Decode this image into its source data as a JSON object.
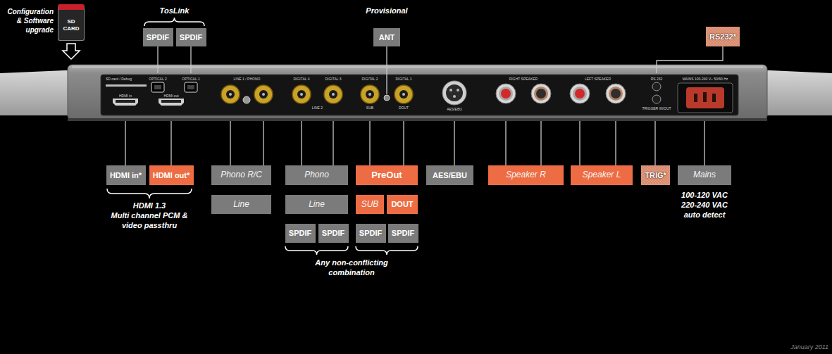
{
  "diagram": {
    "nodes": [
      {
        "text": [
          "SD CARD"
        ]
      },
      {
        "text": [
          "SPDIF"
        ]
      },
      {
        "text": [
          "SPDIF"
        ]
      },
      {
        "text": [
          "ANT"
        ]
      },
      {
        "text": [
          "RS232*"
        ]
      },
      {
        "text": [
          "HDMI in*"
        ]
      },
      {
        "text": [
          "HDMI out*"
        ]
      },
      {
        "text": [
          "Phono R/C"
        ]
      },
      {
        "text": [
          "Phono"
        ]
      },
      {
        "text": [
          "PreOut"
        ]
      },
      {
        "text": [
          "AES/EBU"
        ]
      },
      {
        "text": [
          "Speaker R"
        ]
      },
      {
        "text": [
          "Speaker L"
        ]
      },
      {
        "text": [
          "TRIG*"
        ]
      },
      {
        "text": [
          "Mains"
        ]
      },
      {
        "text": [
          "Line"
        ]
      },
      {
        "text": [
          "Line"
        ]
      },
      {
        "text": [
          "SUB"
        ]
      },
      {
        "text": [
          "DOUT"
        ]
      },
      {
        "text": [
          "SPDIF"
        ]
      },
      {
        "text": [
          "SPDIF"
        ]
      },
      {
        "text": [
          "SPDIF"
        ]
      },
      {
        "text": [
          "SPDIF"
        ]
      }
    ],
    "labels": [
      "Configuration & Software upgrade",
      "TosLink",
      "Provisional",
      "SD card / Debug",
      "OPTICAL 2",
      "OPTICAL 1",
      "HDMI in",
      "HDMI out",
      "LINE 1 / PHONO",
      "DIGITAL 4",
      "DIGITAL 3",
      "LINE 2",
      "DIGITAL 2",
      "DIGITAL 1",
      "SUB",
      "DOUT",
      "AES/EBU",
      "RIGHT SPEAKER",
      "LEFT SPEAKER",
      "RS 232",
      "TRIGGER IN/OUT",
      "MAINS 100-240 V~ 50/60 Hz",
      "HDMI 1.3",
      "Multi channel PCM & video passthru",
      "Any non-conflicting combination",
      "100-120 VAC",
      "220-240 VAC",
      "auto detect",
      "January 2011"
    ]
  }
}
